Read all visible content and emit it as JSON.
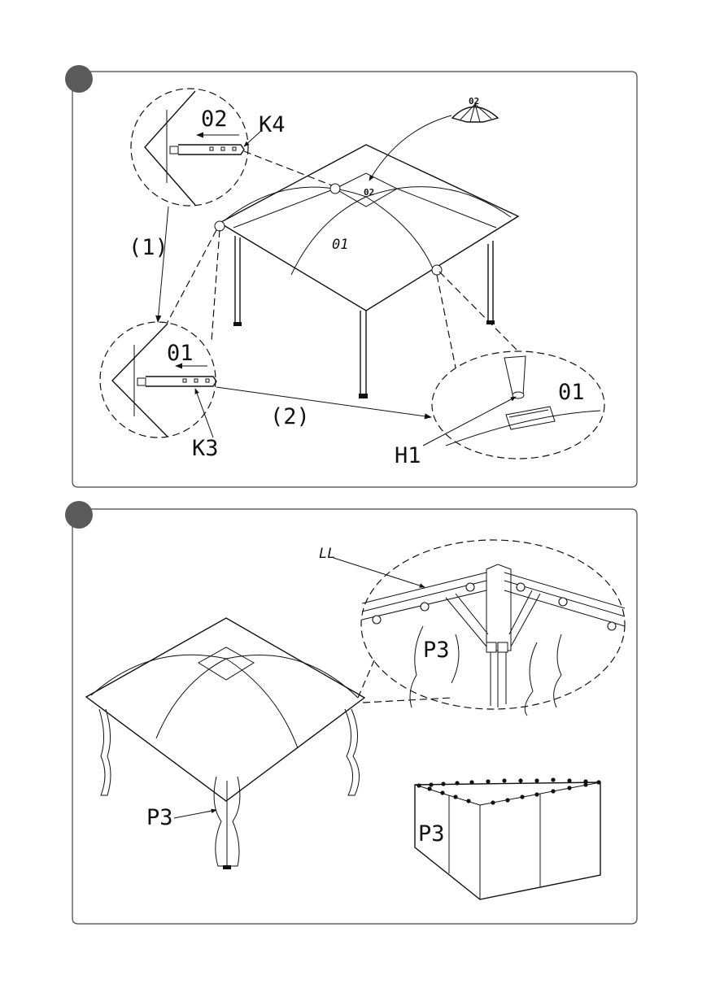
{
  "step1": {
    "labels": {
      "k4": "K4",
      "k3": "K3",
      "h1": "H1",
      "part_02_detail": "02",
      "part_01_detail": "01",
      "part_01_tube": "01",
      "canopy_01": "01",
      "top_02": "02",
      "cap_02": "02",
      "step_1": "(1)",
      "step_2": "(2)"
    }
  },
  "step2": {
    "labels": {
      "ll": "LL",
      "p3_leg": "P3",
      "p3_zoom": "P3",
      "p3_box": "P3"
    }
  }
}
